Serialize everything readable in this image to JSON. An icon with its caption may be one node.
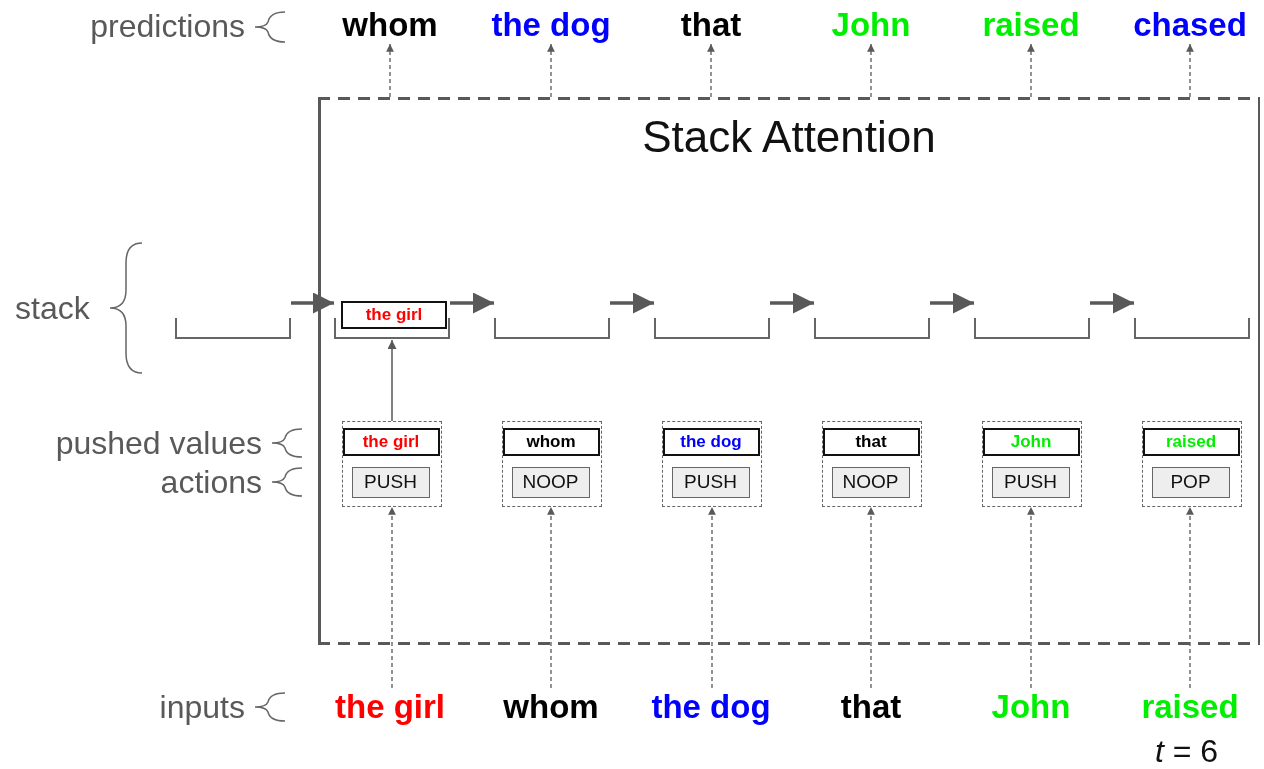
{
  "diagram": {
    "nodes": [
      {
        "text": [
          "whom"
        ]
      },
      {
        "text": [
          "the dog"
        ]
      },
      {
        "text": [
          "that"
        ]
      },
      {
        "text": [
          "John"
        ]
      },
      {
        "text": [
          "raised"
        ]
      },
      {
        "text": [
          "chased"
        ]
      },
      {
        "text": [
          "Stack Attention"
        ]
      },
      {
        "text": [],
        "shape": "bracket"
      },
      {
        "text": [],
        "shape": "bracket",
        "in": 6
      },
      {
        "text": [
          "the girl"
        ],
        "in": 8
      },
      {
        "text": [],
        "shape": "bracket",
        "in": 6
      },
      {
        "text": [],
        "shape": "bracket",
        "in": 6
      },
      {
        "text": [],
        "shape": "bracket",
        "in": 6
      },
      {
        "text": [],
        "shape": "bracket",
        "in": 6
      },
      {
        "text": [],
        "shape": "bracket",
        "in": 6
      },
      {
        "text": [],
        "shape": "box",
        "in": 6
      },
      {
        "text": [
          "the girl"
        ],
        "in": 15
      },
      {
        "text": [
          "PUSH"
        ],
        "in": 15
      },
      {
        "text": [],
        "shape": "box",
        "in": 6
      },
      {
        "text": [
          "whom"
        ],
        "in": 18
      },
      {
        "text": [
          "NOOP"
        ],
        "in": 18
      },
      {
        "text": [],
        "shape": "box",
        "in": 6
      },
      {
        "text": [
          "the dog"
        ],
        "in": 21
      },
      {
        "text": [
          "PUSH"
        ],
        "in": 21
      },
      {
        "text": [],
        "shape": "box",
        "in": 6
      },
      {
        "text": [
          "that"
        ],
        "in": 24
      },
      {
        "text": [
          "NOOP"
        ],
        "in": 24
      },
      {
        "text": [],
        "shape": "box",
        "in": 6
      },
      {
        "text": [
          "John"
        ],
        "in": 27
      },
      {
        "text": [
          "PUSH"
        ],
        "in": 27
      },
      {
        "text": [],
        "shape": "box",
        "in": 6
      },
      {
        "text": [
          "raised"
        ],
        "in": 30
      },
      {
        "text": [
          "POP"
        ],
        "in": 30
      },
      {
        "text": [
          "the girl"
        ]
      },
      {
        "text": [
          "whom"
        ]
      },
      {
        "text": [
          "the dog"
        ]
      },
      {
        "text": [
          "that"
        ]
      },
      {
        "text": [
          "John"
        ]
      },
      {
        "text": [
          "raised"
        ]
      }
    ],
    "edges": [
      {
        "from": 6,
        "to": 0,
        "arrow": "to",
        "style": "dashed"
      },
      {
        "from": 6,
        "to": 1,
        "arrow": "to",
        "style": "dashed"
      },
      {
        "from": 6,
        "to": 2,
        "arrow": "to",
        "style": "dashed"
      },
      {
        "from": 6,
        "to": 3,
        "arrow": "to",
        "style": "dashed"
      },
      {
        "from": 6,
        "to": 4,
        "arrow": "to",
        "style": "dashed"
      },
      {
        "from": 6,
        "to": 5,
        "arrow": "to",
        "style": "dashed"
      },
      {
        "from": 7,
        "to": 8,
        "arrow": "to",
        "style": "thick"
      },
      {
        "from": 8,
        "to": 10,
        "arrow": "to",
        "style": "thick"
      },
      {
        "from": 10,
        "to": 11,
        "arrow": "to",
        "style": "thick"
      },
      {
        "from": 11,
        "to": 12,
        "arrow": "to",
        "style": "thick"
      },
      {
        "from": 12,
        "to": 13,
        "arrow": "to",
        "style": "thick"
      },
      {
        "from": 13,
        "to": 14,
        "arrow": "to",
        "style": "thick"
      },
      {
        "from": 15,
        "to": 8,
        "arrow": "to"
      },
      {
        "from": 33,
        "to": 15,
        "arrow": "to",
        "style": "dashed"
      },
      {
        "from": 34,
        "to": 18,
        "arrow": "to",
        "style": "dashed"
      },
      {
        "from": 35,
        "to": 21,
        "arrow": "to",
        "style": "dashed"
      },
      {
        "from": 36,
        "to": 24,
        "arrow": "to",
        "style": "dashed"
      },
      {
        "from": 37,
        "to": 27,
        "arrow": "to",
        "style": "dashed"
      },
      {
        "from": 38,
        "to": 30,
        "arrow": "to",
        "style": "dashed"
      }
    ],
    "labels": [
      "predictions",
      "stack",
      "pushed values",
      "actions",
      "inputs",
      "*t* = 6"
    ]
  }
}
